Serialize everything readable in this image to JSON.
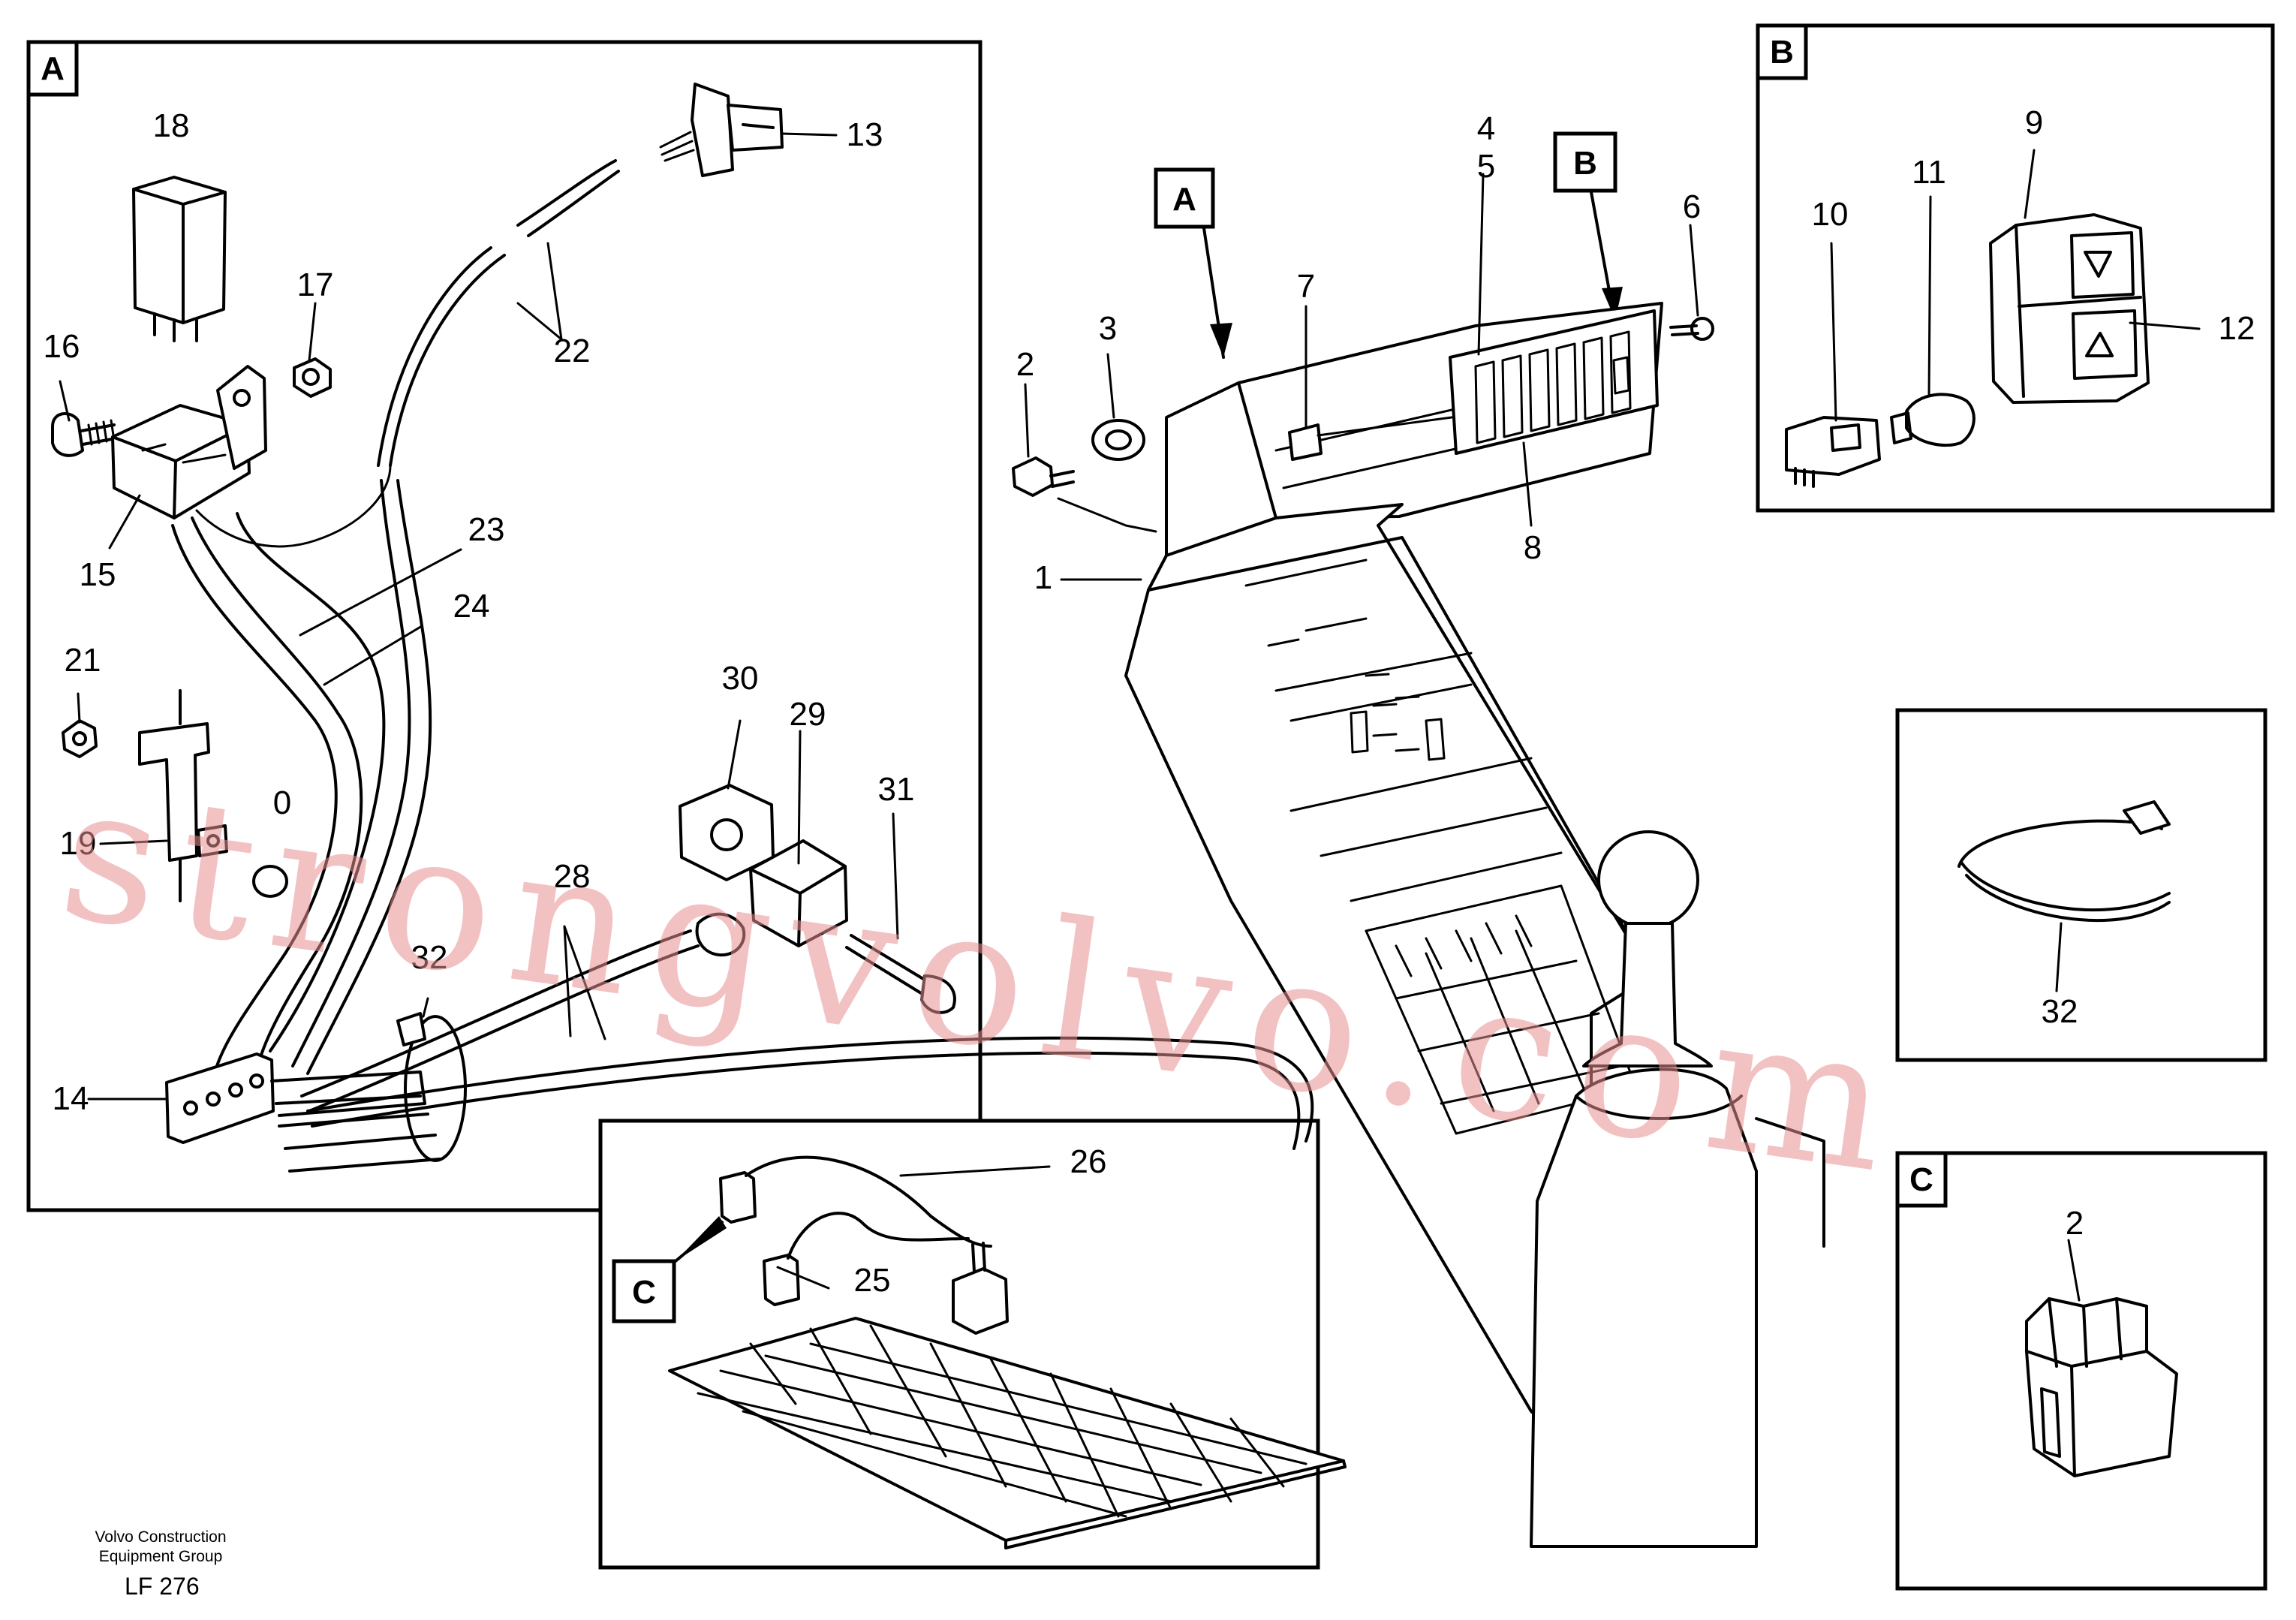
{
  "detail_boxes": [
    {
      "letter": "A"
    },
    {
      "letter": "B"
    },
    {
      "letter": "C"
    }
  ],
  "pointer_tags": [
    {
      "letter": "A"
    },
    {
      "letter": "B"
    },
    {
      "letter": "C"
    }
  ],
  "callouts": [
    {
      "n": "1"
    },
    {
      "n": "2"
    },
    {
      "n": "3"
    },
    {
      "n": "4"
    },
    {
      "n": "5"
    },
    {
      "n": "6"
    },
    {
      "n": "7"
    },
    {
      "n": "8"
    },
    {
      "n": "9"
    },
    {
      "n": "10"
    },
    {
      "n": "11"
    },
    {
      "n": "12"
    },
    {
      "n": "13"
    },
    {
      "n": "14"
    },
    {
      "n": "15"
    },
    {
      "n": "16"
    },
    {
      "n": "17"
    },
    {
      "n": "18"
    },
    {
      "n": "19"
    },
    {
      "n": "0"
    },
    {
      "n": "21"
    },
    {
      "n": "22"
    },
    {
      "n": "23"
    },
    {
      "n": "24"
    },
    {
      "n": "25"
    },
    {
      "n": "26"
    },
    {
      "n": "2"
    },
    {
      "n": "28"
    },
    {
      "n": "29"
    },
    {
      "n": "30"
    },
    {
      "n": "31"
    },
    {
      "n": "32"
    },
    {
      "n": "32"
    }
  ],
  "footer": {
    "line1": "Volvo Construction",
    "line2": "Equipment Group",
    "code": "LF 276"
  },
  "watermark": "strongvolvo.com",
  "colors": {
    "ink": "#000000",
    "watermark": "#e88f92",
    "paper": "#ffffff"
  }
}
